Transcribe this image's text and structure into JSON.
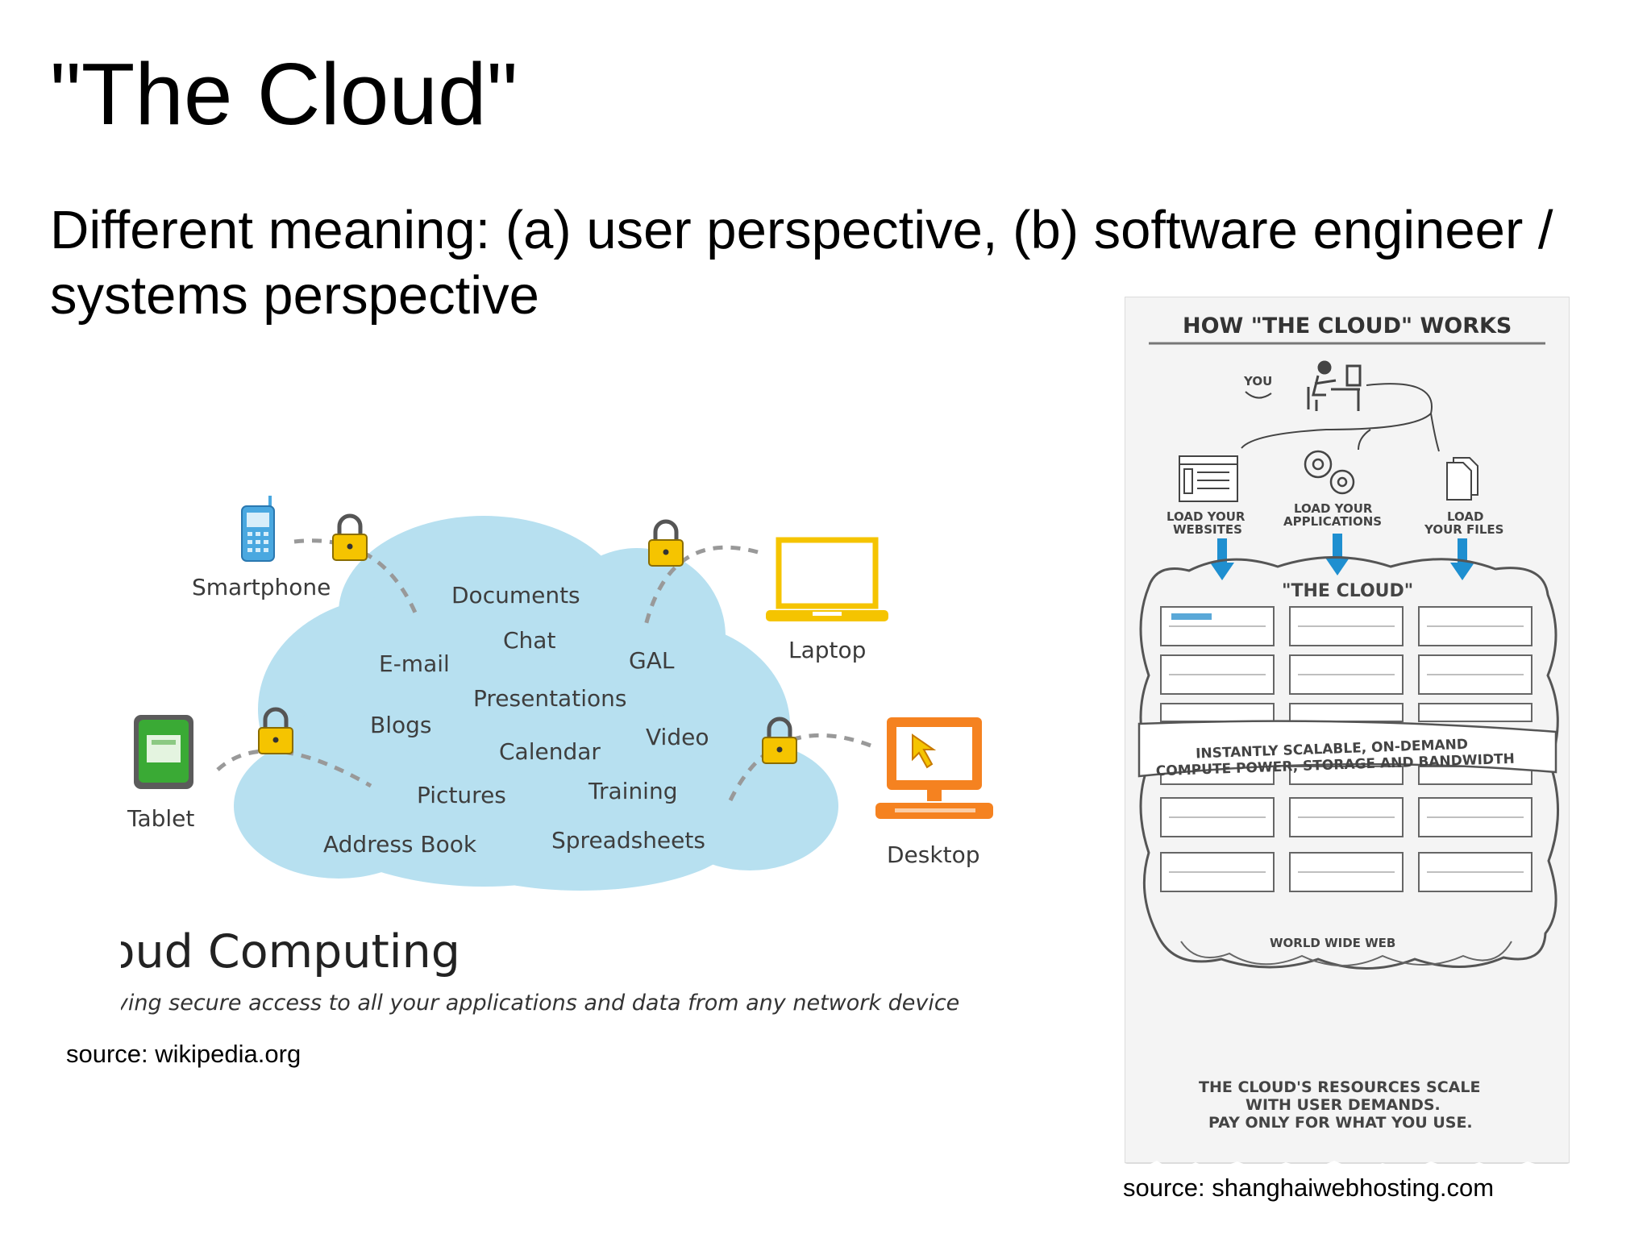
{
  "slide": {
    "title": "\"The Cloud\"",
    "subtitle": "Different meaning: (a) user perspective, (b) software engineer / systems perspective"
  },
  "left_diagram": {
    "devices": {
      "smartphone": "Smartphone",
      "laptop": "Laptop",
      "tablet": "Tablet",
      "desktop": "Desktop"
    },
    "services": [
      "Documents",
      "Chat",
      "E-mail",
      "GAL",
      "Presentations",
      "Blogs",
      "Video",
      "Calendar",
      "Training",
      "Pictures",
      "Address Book",
      "Spreadsheets"
    ],
    "heading": "Cloud Computing",
    "tagline": "Having secure access to all your applications and data from any network device",
    "source": "source: wikipedia.org",
    "colors": {
      "cloud": "#b7e0f0",
      "lock": "#f5c400",
      "laptop": "#f5c400",
      "desktop": "#f58220",
      "smartphone": "#4aa8e0",
      "tablet": "#3aaa35"
    }
  },
  "right_infographic": {
    "title": "HOW \"THE CLOUD\" WORKS",
    "you_label": "YOU",
    "load_websites": [
      "LOAD YOUR",
      "WEBSITES"
    ],
    "load_applications": [
      "LOAD YOUR",
      "APPLICATIONS"
    ],
    "load_files": [
      "LOAD",
      "YOUR FILES"
    ],
    "cloud_label": "\"THE CLOUD\"",
    "banner": [
      "INSTANTLY SCALABLE, ON-DEMAND",
      "COMPUTE POWER, STORAGE AND BANDWIDTH"
    ],
    "www_label": "WORLD WIDE WEB",
    "footer": [
      "THE CLOUD'S RESOURCES SCALE",
      "WITH USER DEMANDS.",
      "PAY ONLY FOR WHAT YOU USE."
    ],
    "source": "source: shanghaiwebhosting.com",
    "colors": {
      "arrow": "#1f8fd0",
      "paper": "#f4f4f4"
    }
  }
}
